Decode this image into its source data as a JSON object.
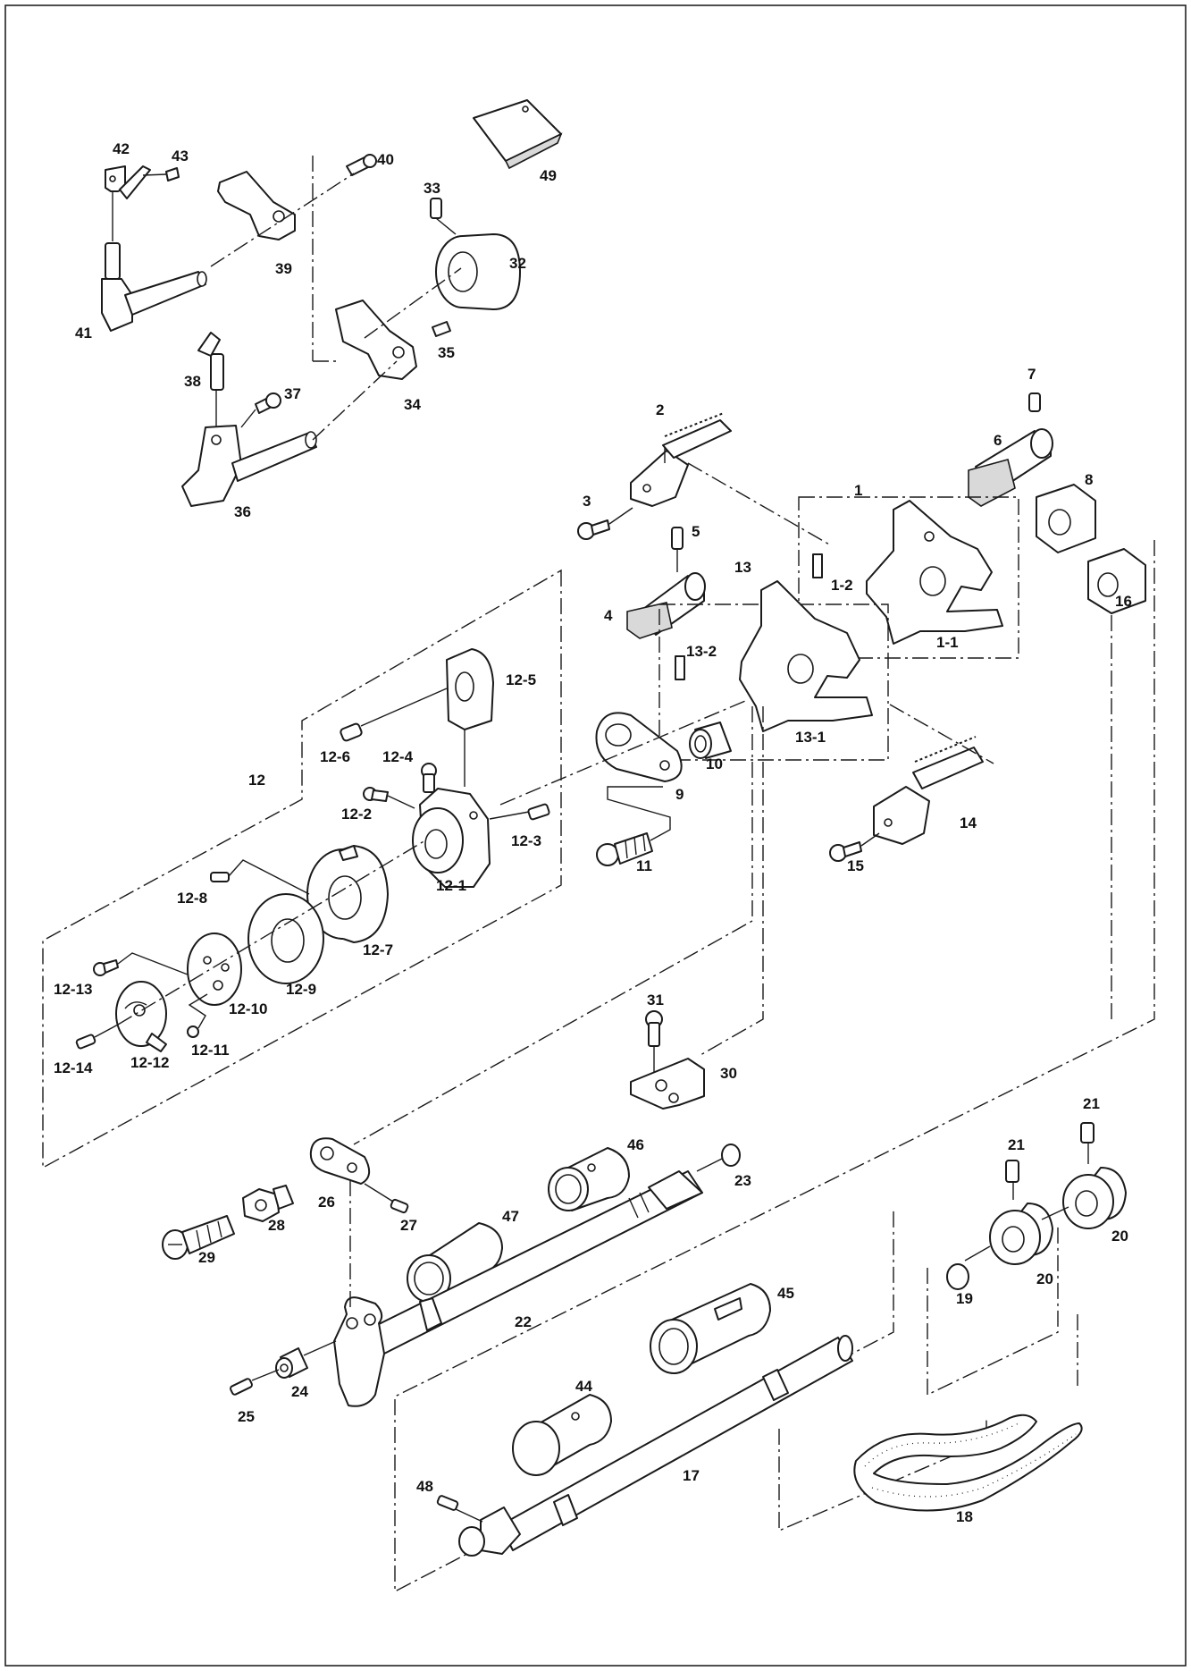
{
  "diagram": {
    "kind": "exploded-parts-view",
    "callouts": [
      {
        "id": "c1",
        "label": "1"
      },
      {
        "id": "c1-1",
        "label": "1-1"
      },
      {
        "id": "c1-2",
        "label": "1-2"
      },
      {
        "id": "c2",
        "label": "2"
      },
      {
        "id": "c3",
        "label": "3"
      },
      {
        "id": "c4",
        "label": "4"
      },
      {
        "id": "c5",
        "label": "5"
      },
      {
        "id": "c6",
        "label": "6"
      },
      {
        "id": "c7",
        "label": "7"
      },
      {
        "id": "c8",
        "label": "8"
      },
      {
        "id": "c9",
        "label": "9"
      },
      {
        "id": "c10",
        "label": "10"
      },
      {
        "id": "c11",
        "label": "11"
      },
      {
        "id": "c12",
        "label": "12"
      },
      {
        "id": "c12-1",
        "label": "12-1"
      },
      {
        "id": "c12-2",
        "label": "12-2"
      },
      {
        "id": "c12-3",
        "label": "12-3"
      },
      {
        "id": "c12-4",
        "label": "12-4"
      },
      {
        "id": "c12-5",
        "label": "12-5"
      },
      {
        "id": "c12-6",
        "label": "12-6"
      },
      {
        "id": "c12-7",
        "label": "12-7"
      },
      {
        "id": "c12-8",
        "label": "12-8"
      },
      {
        "id": "c12-9",
        "label": "12-9"
      },
      {
        "id": "c12-10",
        "label": "12-10"
      },
      {
        "id": "c12-11",
        "label": "12-11"
      },
      {
        "id": "c12-12",
        "label": "12-12"
      },
      {
        "id": "c12-13",
        "label": "12-13"
      },
      {
        "id": "c12-14",
        "label": "12-14"
      },
      {
        "id": "c13",
        "label": "13"
      },
      {
        "id": "c13-1",
        "label": "13-1"
      },
      {
        "id": "c13-2",
        "label": "13-2"
      },
      {
        "id": "c14",
        "label": "14"
      },
      {
        "id": "c15",
        "label": "15"
      },
      {
        "id": "c16",
        "label": "16"
      },
      {
        "id": "c17",
        "label": "17"
      },
      {
        "id": "c18",
        "label": "18"
      },
      {
        "id": "c19",
        "label": "19"
      },
      {
        "id": "c20a",
        "label": "20"
      },
      {
        "id": "c20b",
        "label": "20"
      },
      {
        "id": "c21a",
        "label": "21"
      },
      {
        "id": "c21b",
        "label": "21"
      },
      {
        "id": "c22",
        "label": "22"
      },
      {
        "id": "c23",
        "label": "23"
      },
      {
        "id": "c24",
        "label": "24"
      },
      {
        "id": "c25",
        "label": "25"
      },
      {
        "id": "c26",
        "label": "26"
      },
      {
        "id": "c27",
        "label": "27"
      },
      {
        "id": "c28",
        "label": "28"
      },
      {
        "id": "c29",
        "label": "29"
      },
      {
        "id": "c30",
        "label": "30"
      },
      {
        "id": "c31",
        "label": "31"
      },
      {
        "id": "c32",
        "label": "32"
      },
      {
        "id": "c33",
        "label": "33"
      },
      {
        "id": "c34",
        "label": "34"
      },
      {
        "id": "c35",
        "label": "35"
      },
      {
        "id": "c36",
        "label": "36"
      },
      {
        "id": "c37",
        "label": "37"
      },
      {
        "id": "c38",
        "label": "38"
      },
      {
        "id": "c39",
        "label": "39"
      },
      {
        "id": "c40",
        "label": "40"
      },
      {
        "id": "c41",
        "label": "41"
      },
      {
        "id": "c42",
        "label": "42"
      },
      {
        "id": "c43",
        "label": "43"
      },
      {
        "id": "c44",
        "label": "44"
      },
      {
        "id": "c45",
        "label": "45"
      },
      {
        "id": "c46",
        "label": "46"
      },
      {
        "id": "c47",
        "label": "47"
      },
      {
        "id": "c48",
        "label": "48"
      },
      {
        "id": "c49",
        "label": "49"
      }
    ]
  }
}
